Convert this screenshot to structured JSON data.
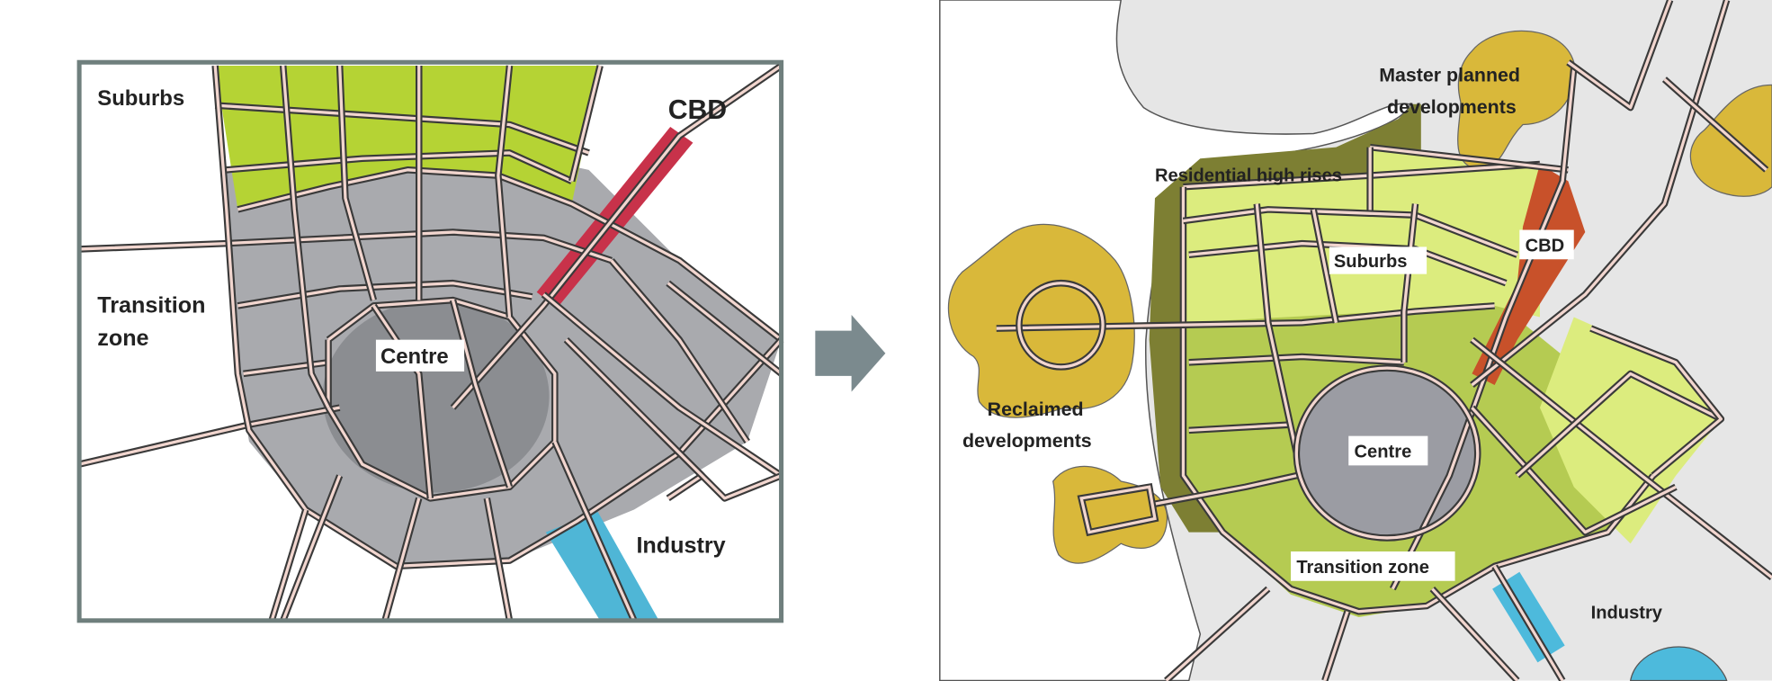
{
  "colors": {
    "left_suburbs": "#b5d334",
    "left_transition": "#a9aaae",
    "left_centre": "#8b8d91",
    "left_cbd": "#c8324a",
    "industry": "#4fb6d6",
    "right_residential_high_rises": "#7d7f33",
    "right_suburbs": "#dcec7e",
    "right_transition": "#b5cb52",
    "right_centre": "#9b9ca3",
    "right_cbd": "#c8512a",
    "right_developments": "#d9b83a",
    "road": "#f2d6cf",
    "arrow": "#7b8a8e"
  },
  "left_map": {
    "labels": {
      "suburbs": "Suburbs",
      "cbd": "CBD",
      "transition_line1": "Transition",
      "transition_line2": "zone",
      "centre": "Centre",
      "industry": "Industry"
    }
  },
  "arrow_icon": "right-arrow",
  "right_map": {
    "labels": {
      "master_line1": "Master planned",
      "master_line2": "developments",
      "residential": "Residential high rises",
      "suburbs": "Suburbs",
      "cbd": "CBD",
      "reclaimed_line1": "Reclaimed",
      "reclaimed_line2": "developments",
      "centre": "Centre",
      "transition": "Transition zone",
      "industry": "Industry"
    }
  }
}
